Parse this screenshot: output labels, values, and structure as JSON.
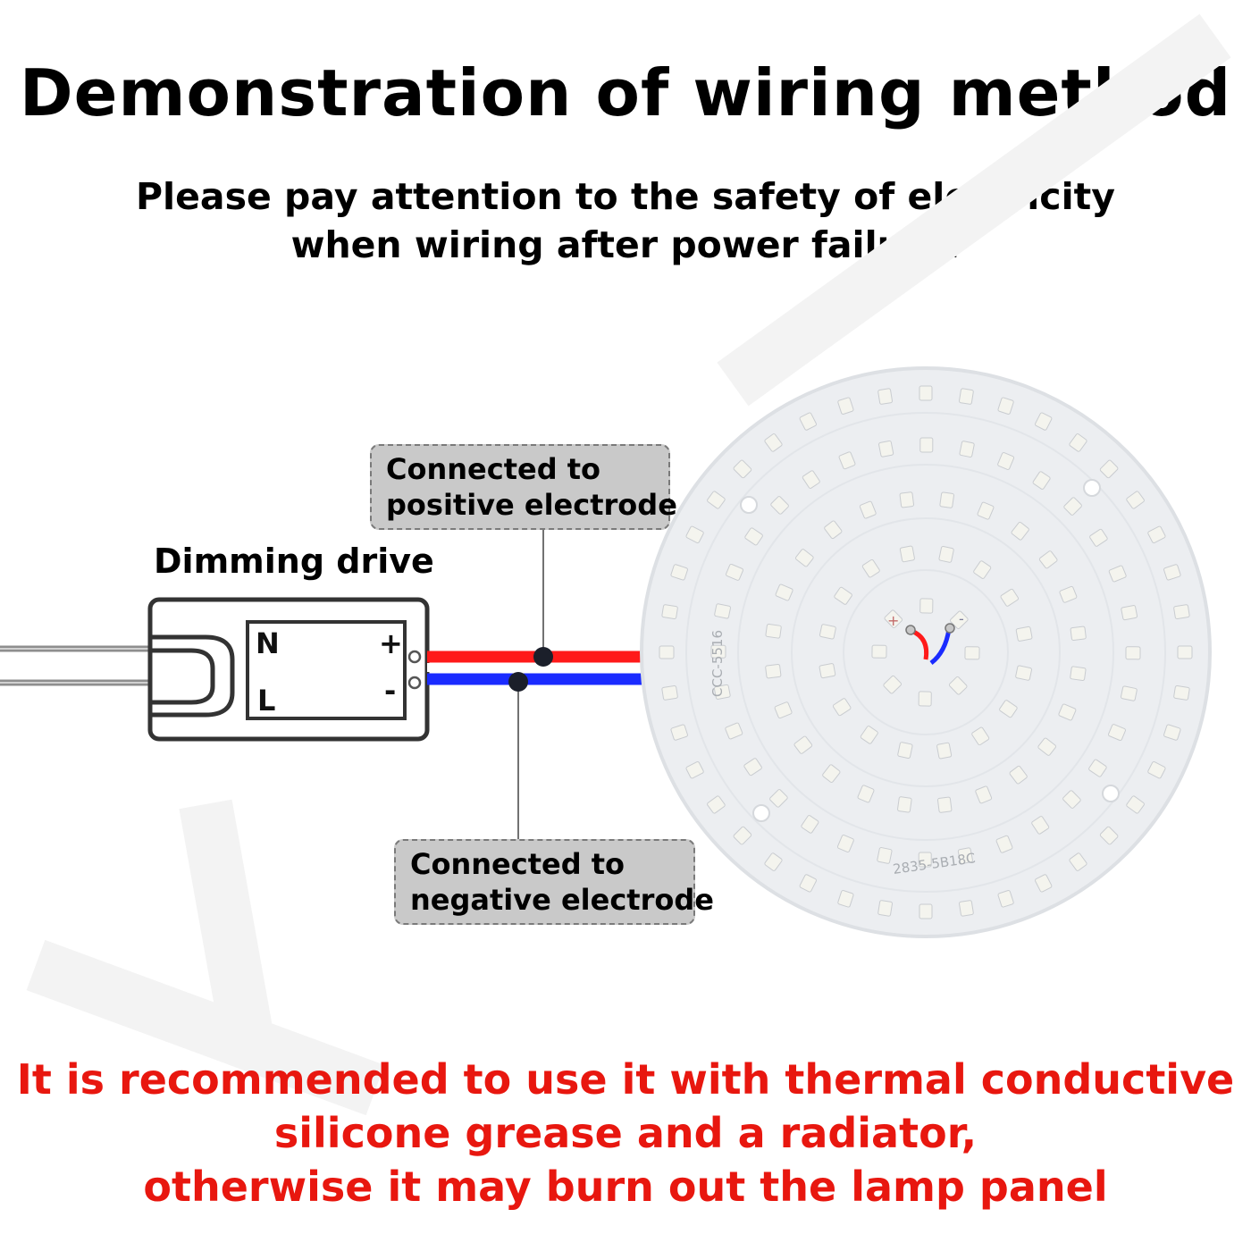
{
  "header": {
    "title": "Demonstration of wiring method",
    "subtitle_lines": [
      "Please pay attention to the safety of electricity",
      "when wiring after power failure."
    ]
  },
  "drive": {
    "label": "Dimming drive",
    "terminal_n": "N",
    "terminal_l": "L",
    "terminal_plus": "+",
    "terminal_minus": "-"
  },
  "callouts": {
    "positive": [
      "Connected to",
      "positive electrode"
    ],
    "negative": [
      "Connected to",
      "negative electrode"
    ]
  },
  "panel": {
    "side_code": "CCC-5516",
    "bottom_code": "2835-5B18C",
    "plus": "+",
    "minus": "-"
  },
  "warning": {
    "lines": [
      "It is recommended to use it with thermal conductive",
      "silicone grease and a radiator,",
      "otherwise it may burn out the lamp panel"
    ]
  },
  "colors": {
    "positive_wire": "#ff1a1a",
    "negative_wire": "#1a2bff",
    "warning_text": "#e8170f",
    "panel_fill": "#e9ecef",
    "led_fill": "#f4f4ee"
  }
}
